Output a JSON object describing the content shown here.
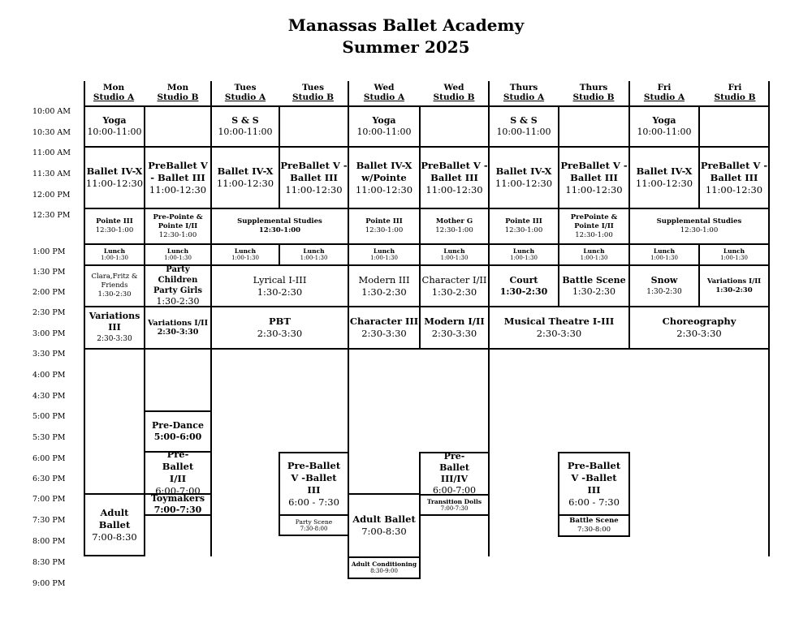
{
  "title": {
    "line1": "Manassas Ballet Academy",
    "line2": "Summer 2025"
  },
  "columns": [
    {
      "day": "Mon",
      "studio": "Studio A"
    },
    {
      "day": "Mon",
      "studio": "Studio B"
    },
    {
      "day": "Tues",
      "studio": "Studio A"
    },
    {
      "day": "Tues",
      "studio": "Studio B"
    },
    {
      "day": "Wed",
      "studio": "Studio A"
    },
    {
      "day": "Wed",
      "studio": "Studio B"
    },
    {
      "day": "Thurs",
      "studio": "Studio A"
    },
    {
      "day": "Thurs",
      "studio": "Studio B"
    },
    {
      "day": "Fri",
      "studio": "Studio A"
    },
    {
      "day": "Fri",
      "studio": "Studio B"
    }
  ],
  "times": [
    "10:00 AM",
    "10:30 AM",
    "11:00 AM",
    "11:30 AM",
    "12:00 PM",
    "12:30 PM",
    "1:00 PM",
    "1:30 PM",
    "2:00 PM",
    "2:30 PM",
    "3:00 PM",
    "3:30 PM",
    "4:00 PM",
    "4:30 PM",
    "5:00 PM",
    "5:30 PM",
    "6:00 PM",
    "6:30 PM",
    "7:00 PM",
    "7:30 PM",
    "8:00 PM",
    "8:30 PM",
    "9:00 PM"
  ],
  "classes": [
    {
      "name": "Yoga",
      "time": "10:00-11:00"
    },
    {
      "name": "S & S",
      "time": "10:00-11:00"
    },
    {
      "name": "Yoga",
      "time": "10:00-11:00"
    },
    {
      "name": "S & S",
      "time": "10:00-11:00"
    },
    {
      "name": "Yoga",
      "time": "10:00-11:00"
    },
    {
      "name": "Ballet IV-X",
      "time": "11:00-12:30"
    },
    {
      "name": "PreBallet V - Ballet III",
      "time": "11:00-12:30"
    },
    {
      "name": "Ballet IV-X",
      "time": "11:00-12:30"
    },
    {
      "name": "PreBallet V - Ballet III",
      "time": "11:00-12:30"
    },
    {
      "name": "Ballet IV-X w/Pointe",
      "time": "11:00-12:30"
    },
    {
      "name": "PreBallet V - Ballet III",
      "time": "11:00-12:30"
    },
    {
      "name": "Ballet IV-X",
      "time": "11:00-12:30"
    },
    {
      "name": "PreBallet V - Ballet III",
      "time": "11:00-12:30"
    },
    {
      "name": "Ballet IV-X",
      "time": "11:00-12:30"
    },
    {
      "name": "PreBallet V - Ballet III",
      "time": "11:00-12:30"
    },
    {
      "name": "Pointe III",
      "time": "12:30-1:00"
    },
    {
      "name": "Pre-Pointe & Pointe I/II",
      "time": "12:30-1:00"
    },
    {
      "name": "Supplemental Studies",
      "time": "12:30-1:00"
    },
    {
      "name": "Pointe III",
      "time": "12:30-1:00"
    },
    {
      "name": "Mother G",
      "time": "12:30-1:00"
    },
    {
      "name": "Pointe III",
      "time": "12:30-1:00"
    },
    {
      "name": "PrePointe & Pointe I/II",
      "time": "12:30-1:00"
    },
    {
      "name": "Supplemental Studies",
      "time": "12:30-1:00"
    },
    {
      "name": "Lunch",
      "time": "1:00-1:30"
    },
    {
      "name": "Lunch",
      "time": "1:00-1:30"
    },
    {
      "name": "Lunch",
      "time": "1:00-1:30"
    },
    {
      "name": "Lunch",
      "time": "1:00-1:30"
    },
    {
      "name": "Lunch",
      "time": "1:00-1:30"
    },
    {
      "name": "Lunch",
      "time": "1:00-1:30"
    },
    {
      "name": "Lunch",
      "time": "1:00-1:30"
    },
    {
      "name": "Lunch",
      "time": "1:00-1:30"
    },
    {
      "name": "Lunch",
      "time": "1:00-1:30"
    },
    {
      "name": "Lunch",
      "time": "1:00-1:30"
    },
    {
      "name": "Clara,Fritz & Friends",
      "time": "1:30-2:30"
    },
    {
      "name": "Party Children Party Girls",
      "time": "1:30-2:30"
    },
    {
      "name": "Lyrical I-III",
      "time": "1:30-2:30"
    },
    {
      "name": "Modern III",
      "time": "1:30-2:30"
    },
    {
      "name": "Character I/II",
      "time": "1:30-2:30"
    },
    {
      "name": "Court",
      "time": "1:30-2:30"
    },
    {
      "name": "Battle Scene",
      "time": "1:30-2:30"
    },
    {
      "name": "Snow",
      "time": "1:30-2:30"
    },
    {
      "name": "Variations I/II",
      "time": "1:30-2:30"
    },
    {
      "name": "Variations III",
      "time": "2:30-3:30"
    },
    {
      "name": "Variations I/II",
      "time": "2:30-3:30"
    },
    {
      "name": "PBT",
      "time": "2:30-3:30"
    },
    {
      "name": "Character III",
      "time": "2:30-3:30"
    },
    {
      "name": "Modern I/II",
      "time": "2:30-3:30"
    },
    {
      "name": "Musical Theatre I-III",
      "time": "2:30-3:30"
    },
    {
      "name": "Choreography",
      "time": "2:30-3:30"
    },
    {
      "name": "Pre-Dance",
      "time": "5:00-6:00"
    },
    {
      "name": "Pre-Ballet I/II",
      "time": "6:00-7:00"
    },
    {
      "name": "Toymakers",
      "time": "7:00-7:30"
    },
    {
      "name": "Adult Ballet",
      "time": "7:00-8:30"
    },
    {
      "name": "Pre-Ballet V -Ballet III",
      "time": "6:00 - 7:30"
    },
    {
      "name": "Party Scene",
      "time": "7:30-8:00"
    },
    {
      "name": "Pre-Ballet III/IV",
      "time": "6:00-7:00"
    },
    {
      "name": "Transition Dolls",
      "time": "7:00-7:30"
    },
    {
      "name": "Adult Ballet",
      "time": "7:00-8:30"
    },
    {
      "name": "Adult Conditioning",
      "time": "8:30-9:00"
    },
    {
      "name": "Pre-Ballet V -Ballet III",
      "time": "6:00 - 7:30"
    },
    {
      "name": "Battle Scene",
      "time": "7:30-8:00"
    }
  ]
}
